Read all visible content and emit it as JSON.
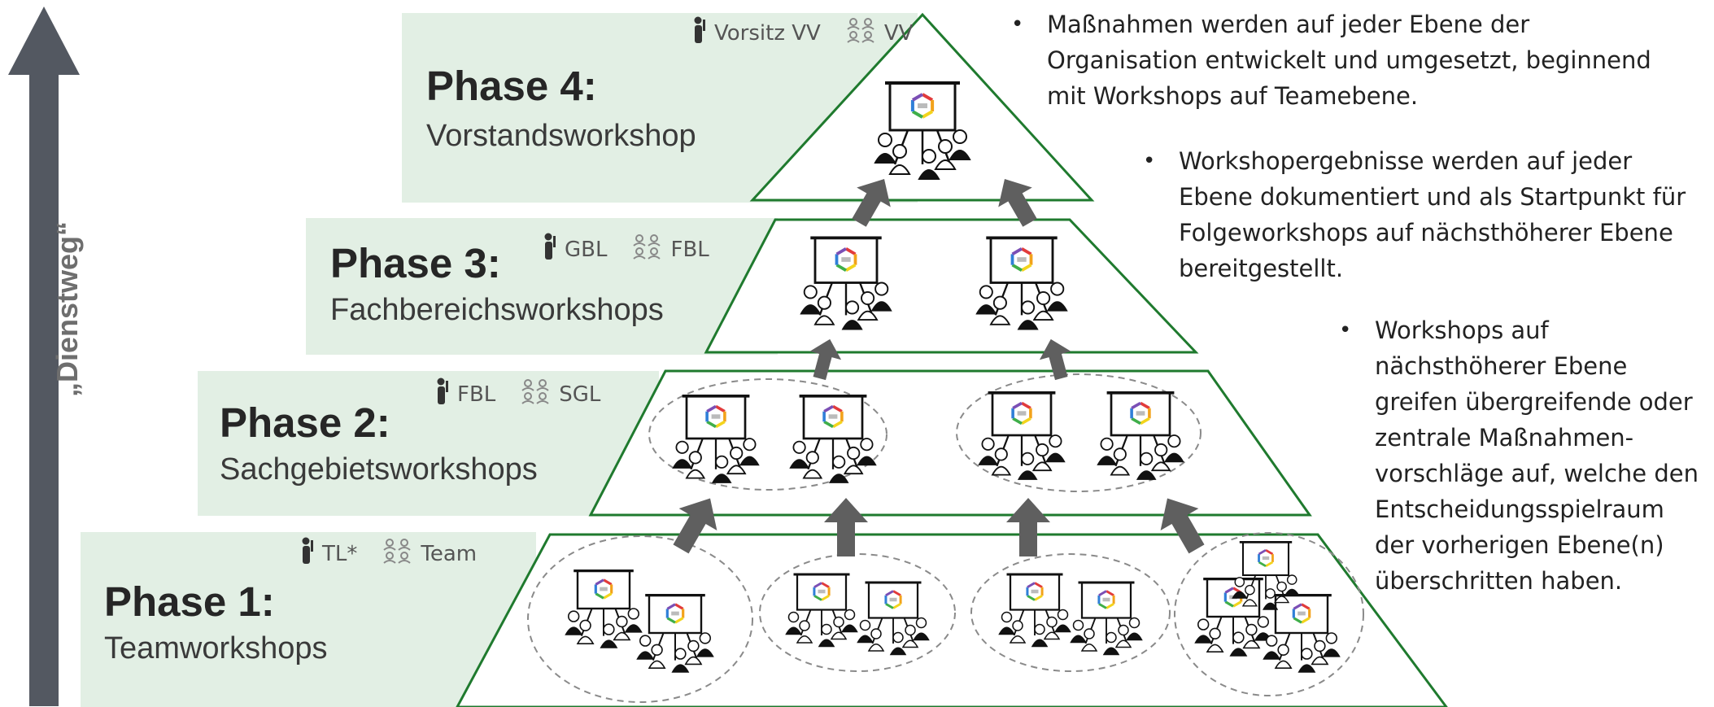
{
  "vertical_axis": {
    "label": "„Dienstweg“"
  },
  "phases": [
    {
      "title": "Phase 4:",
      "subtitle": "Vorstandsworkshop",
      "roles": [
        {
          "icon": "moderator-icon",
          "label": "Vorsitz VV"
        },
        {
          "icon": "participants-icon",
          "label": "VV"
        }
      ]
    },
    {
      "title": "Phase 3:",
      "subtitle": "Fachbereichsworkshops",
      "roles": [
        {
          "icon": "moderator-icon",
          "label": "GBL"
        },
        {
          "icon": "participants-icon",
          "label": "FBL"
        }
      ]
    },
    {
      "title": "Phase 2:",
      "subtitle": "Sachgebietsworkshops",
      "roles": [
        {
          "icon": "moderator-icon",
          "label": "FBL"
        },
        {
          "icon": "participants-icon",
          "label": "SGL"
        }
      ]
    },
    {
      "title": "Phase 1:",
      "subtitle": "Teamworkshops",
      "roles": [
        {
          "icon": "moderator-icon",
          "label": "TL*"
        },
        {
          "icon": "participants-icon",
          "label": "Team"
        }
      ]
    }
  ],
  "bullets": [
    {
      "lines": [
        "Maßnahmen werden auf jeder Ebene der",
        "Organisation entwickelt und umgesetzt, beginnend",
        "mit Workshops auf Teamebene."
      ]
    },
    {
      "lines": [
        "Workshopergebnisse werden auf jeder",
        "Ebene dokumentiert und als Startpunkt für",
        "Folgeworkshops auf nächsthöherer Ebene",
        "bereitgestellt."
      ]
    },
    {
      "lines": [
        "Workshops auf",
        "nächsthöherer Ebene",
        "greifen übergreifende oder",
        "zentrale Maßnahmen-",
        "vorschläge auf, welche den",
        "Entscheidungsspielraum",
        "der vorherigen Ebene(n)",
        "überschritten haben."
      ]
    }
  ],
  "colors": {
    "band": "#e2efe4",
    "pyramid_outline": "#1f7a2e",
    "arrow": "#5f5f5f",
    "group_outline": "#8a8a8a"
  }
}
